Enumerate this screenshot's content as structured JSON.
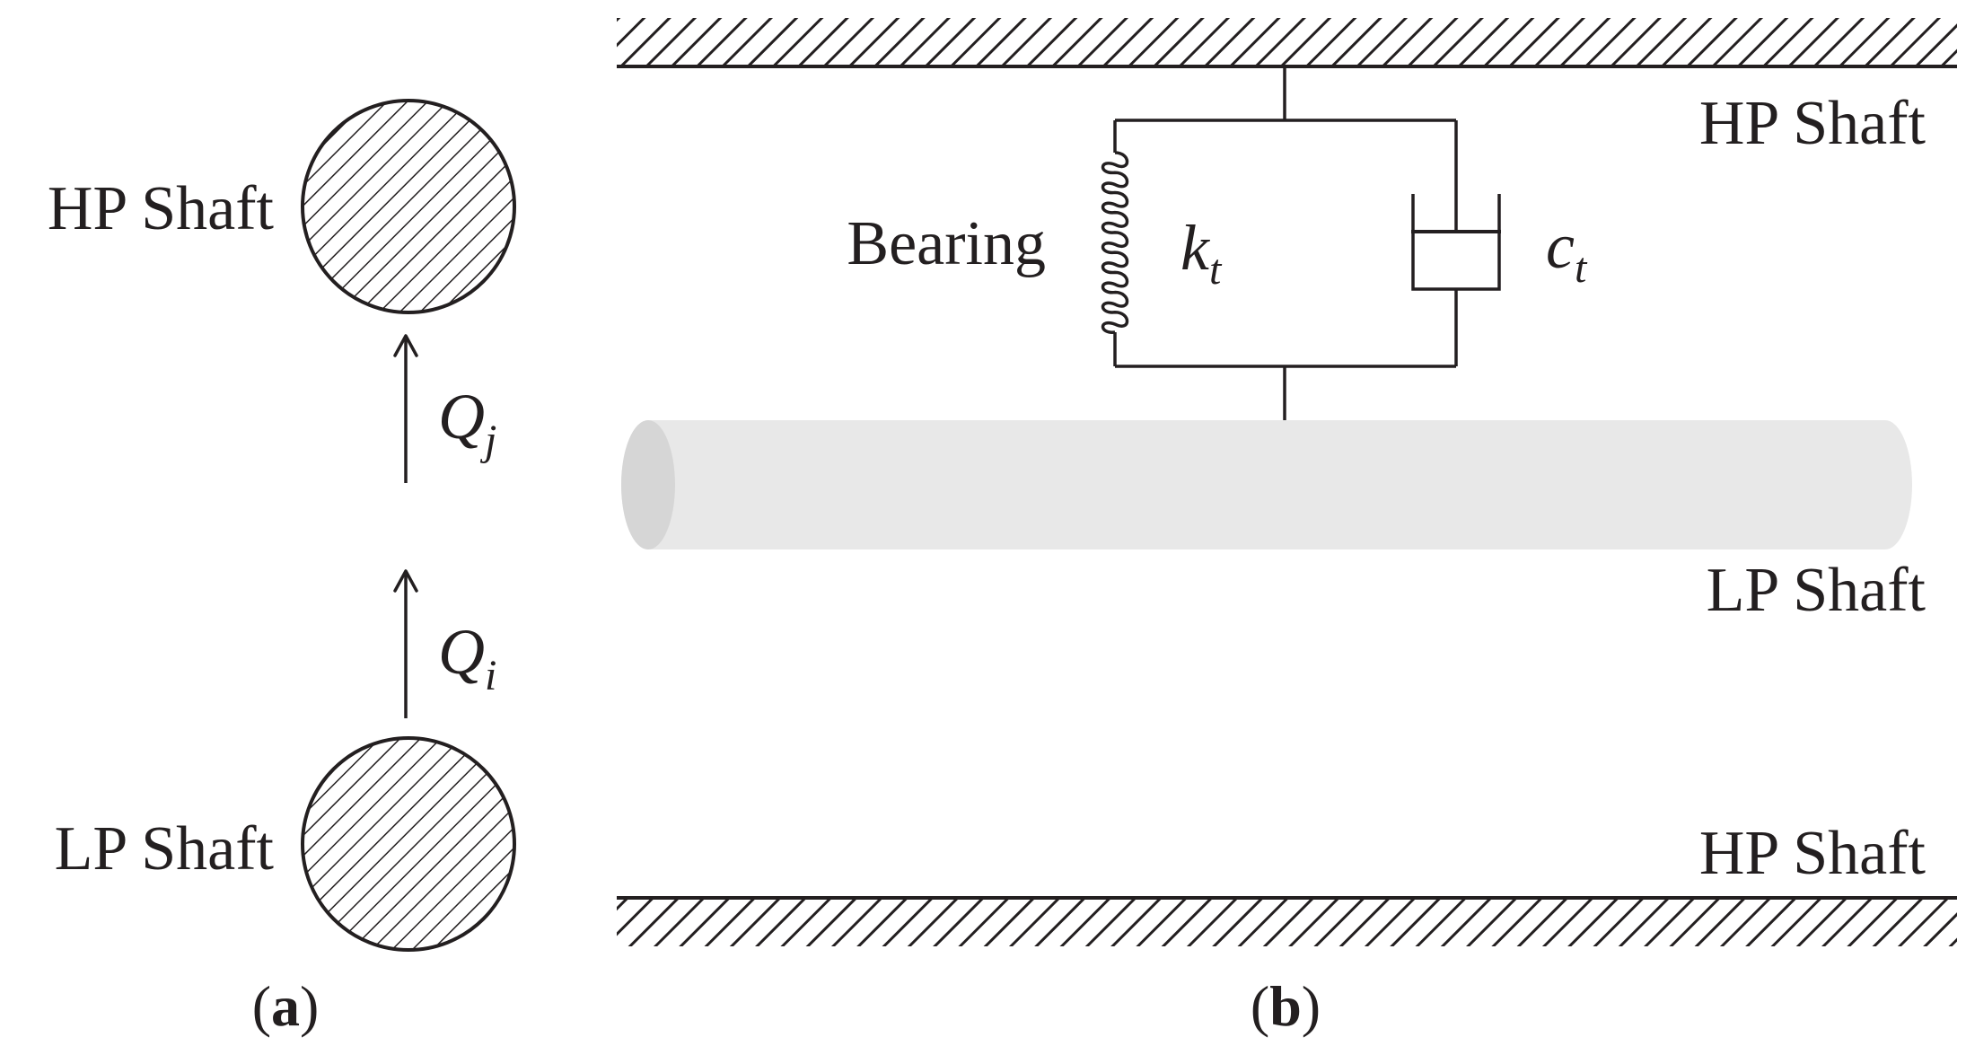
{
  "colors": {
    "ink": "#231f20",
    "shaft_fill": "#e8e8e8",
    "shaft_end": "#d6d6d6",
    "background": "#ffffff"
  },
  "panel_a": {
    "hp_label": "HP Shaft",
    "lp_label": "LP Shaft",
    "force_j": {
      "symbol": "Q",
      "subscript": "j"
    },
    "force_i": {
      "symbol": "Q",
      "subscript": "i"
    },
    "caption": {
      "open": "(",
      "letter": "a",
      "close": ")"
    }
  },
  "panel_b": {
    "hp_top_label": "HP Shaft",
    "lp_label": "LP Shaft",
    "hp_bottom_label": "HP Shaft",
    "bearing_label": "Bearing",
    "stiffness": {
      "symbol": "k",
      "subscript": "t"
    },
    "damping": {
      "symbol": "c",
      "subscript": "t"
    },
    "caption": {
      "open": "(",
      "letter": "b",
      "close": ")"
    }
  }
}
